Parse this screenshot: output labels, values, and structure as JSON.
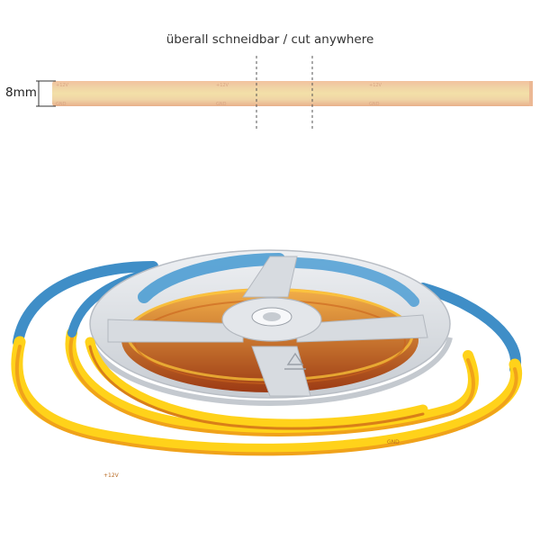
{
  "caption": "überall schneidbar / cut anywhere",
  "width_label": "8mm",
  "strip_marks": [
    "+12V",
    "GND"
  ],
  "colors": {
    "strip_top": "#f4c7a4",
    "strip_center": "#f0dca2",
    "strip_edge": "#e7b08c",
    "cob_yellow": "#ffd21a",
    "cob_orange": "#f0a21a",
    "pcb_brown": "#a8461c",
    "tape_blue": "#3f8ec7",
    "spool_silver": "#d9dde2"
  },
  "icons": {
    "recycle": "recycle-icon"
  }
}
